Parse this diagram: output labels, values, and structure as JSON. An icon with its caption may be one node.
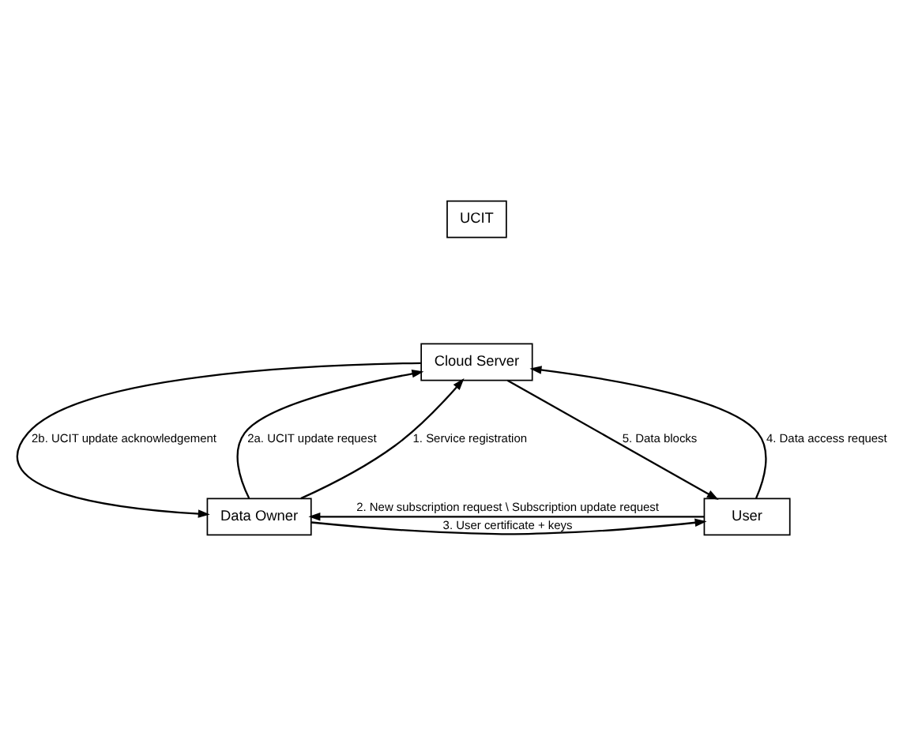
{
  "diagram": {
    "nodes": [
      {
        "text": [
          "UCIT"
        ]
      },
      {
        "text": [
          "Cloud Server"
        ]
      },
      {
        "text": [
          "Data Owner"
        ]
      },
      {
        "text": [
          "User"
        ]
      }
    ],
    "edges": [
      {
        "from": 2,
        "to": 1,
        "arrow": "to",
        "label": "2a. UCIT update request"
      },
      {
        "from": 1,
        "to": 2,
        "arrow": "to",
        "label": "2b. UCIT update acknowledgement"
      },
      {
        "from": 2,
        "to": 1,
        "arrow": "to",
        "label": "1. Service registration"
      },
      {
        "from": 3,
        "to": 2,
        "arrow": "to",
        "label": "2. New subscription request \\ Subscription update request"
      },
      {
        "from": 2,
        "to": 3,
        "arrow": "to",
        "label": "3. User certificate + keys"
      },
      {
        "from": 3,
        "to": 1,
        "arrow": "to",
        "label": "4. Data access request"
      },
      {
        "from": 1,
        "to": 3,
        "arrow": "to",
        "label": "5. Data blocks"
      }
    ]
  }
}
